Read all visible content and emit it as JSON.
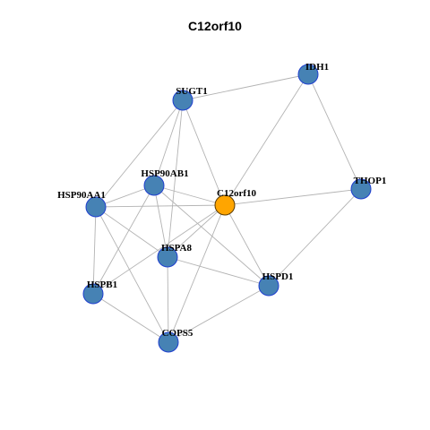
{
  "title": "C12orf10",
  "colors": {
    "node_default": "#4682b4",
    "node_default_border": "#1f3fcf",
    "node_focus": "#ffa500",
    "node_focus_border": "#5a3a00",
    "edge": "#b3b3b3"
  },
  "nodes": [
    {
      "id": "IDH1",
      "label": "IDH1",
      "focus": false
    },
    {
      "id": "SUGT1",
      "label": "SUGT1",
      "focus": false
    },
    {
      "id": "HSP90AB1",
      "label": "HSP90AB1",
      "focus": false
    },
    {
      "id": "HSP90AA1",
      "label": "HSP90AA1",
      "focus": false
    },
    {
      "id": "C12orf10",
      "label": "C12orf10",
      "focus": true
    },
    {
      "id": "THOP1",
      "label": "THOP1",
      "focus": false
    },
    {
      "id": "HSPA8",
      "label": "HSPA8",
      "focus": false
    },
    {
      "id": "HSPD1",
      "label": "HSPD1",
      "focus": false
    },
    {
      "id": "HSPB1",
      "label": "HSPB1",
      "focus": false
    },
    {
      "id": "COPS5",
      "label": "COPS5",
      "focus": false
    }
  ],
  "edges": [
    [
      "SUGT1",
      "IDH1"
    ],
    [
      "IDH1",
      "C12orf10"
    ],
    [
      "IDH1",
      "THOP1"
    ],
    [
      "SUGT1",
      "HSP90AA1"
    ],
    [
      "SUGT1",
      "HSP90AB1"
    ],
    [
      "SUGT1",
      "HSPA8"
    ],
    [
      "SUGT1",
      "C12orf10"
    ],
    [
      "HSP90AB1",
      "HSP90AA1"
    ],
    [
      "HSP90AB1",
      "C12orf10"
    ],
    [
      "HSP90AB1",
      "HSPA8"
    ],
    [
      "HSP90AB1",
      "HSPD1"
    ],
    [
      "HSP90AB1",
      "HSPB1"
    ],
    [
      "HSP90AA1",
      "C12orf10"
    ],
    [
      "HSP90AA1",
      "HSPA8"
    ],
    [
      "HSP90AA1",
      "HSPB1"
    ],
    [
      "HSP90AA1",
      "COPS5"
    ],
    [
      "C12orf10",
      "THOP1"
    ],
    [
      "C12orf10",
      "HSPA8"
    ],
    [
      "C12orf10",
      "HSPD1"
    ],
    [
      "C12orf10",
      "COPS5"
    ],
    [
      "C12orf10",
      "HSPB1"
    ],
    [
      "THOP1",
      "HSPD1"
    ],
    [
      "HSPA8",
      "HSPD1"
    ],
    [
      "HSPA8",
      "COPS5"
    ],
    [
      "HSPB1",
      "COPS5"
    ],
    [
      "HSPD1",
      "COPS5"
    ]
  ]
}
